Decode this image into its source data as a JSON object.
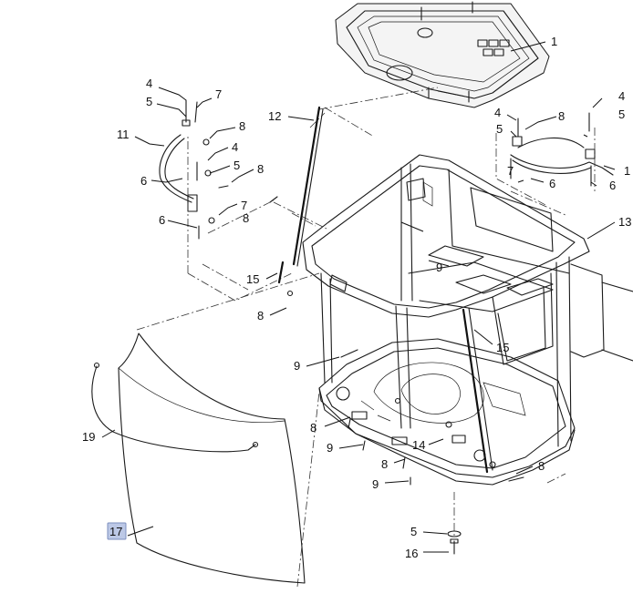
{
  "callouts": [
    {
      "id": "c1",
      "label": "1"
    },
    {
      "id": "c4a",
      "label": "4"
    },
    {
      "id": "c7a",
      "label": "7"
    },
    {
      "id": "c5a",
      "label": "5"
    },
    {
      "id": "c8a",
      "label": "8"
    },
    {
      "id": "c11",
      "label": "11"
    },
    {
      "id": "c4b",
      "label": "4"
    },
    {
      "id": "c5b",
      "label": "5"
    },
    {
      "id": "c8b",
      "label": "8"
    },
    {
      "id": "c6a",
      "label": "6"
    },
    {
      "id": "c7b",
      "label": "7"
    },
    {
      "id": "c8c",
      "label": "8"
    },
    {
      "id": "c6b",
      "label": "6"
    },
    {
      "id": "c12",
      "label": "12"
    },
    {
      "id": "c15a",
      "label": "15"
    },
    {
      "id": "c8d",
      "label": "8"
    },
    {
      "id": "c4c",
      "label": "4"
    },
    {
      "id": "c8e",
      "label": "8"
    },
    {
      "id": "c4d",
      "label": "4"
    },
    {
      "id": "c5c",
      "label": "5"
    },
    {
      "id": "c5d",
      "label": "5"
    },
    {
      "id": "c7c",
      "label": "7"
    },
    {
      "id": "c6c",
      "label": "6"
    },
    {
      "id": "c6d",
      "label": "6"
    },
    {
      "id": "c1b",
      "label": "1"
    },
    {
      "id": "c13",
      "label": "13"
    },
    {
      "id": "c9a",
      "label": "9"
    },
    {
      "id": "c15b",
      "label": "15"
    },
    {
      "id": "c9b",
      "label": "9"
    },
    {
      "id": "c8f",
      "label": "8"
    },
    {
      "id": "c9c",
      "label": "9"
    },
    {
      "id": "c14",
      "label": "14"
    },
    {
      "id": "c8g",
      "label": "8"
    },
    {
      "id": "c9d",
      "label": "9"
    },
    {
      "id": "c8h",
      "label": "8"
    },
    {
      "id": "c19",
      "label": "19"
    },
    {
      "id": "c17",
      "label": "17",
      "highlighted": true
    },
    {
      "id": "c5e",
      "label": "5"
    },
    {
      "id": "c16",
      "label": "16"
    }
  ],
  "colors": {
    "line": "#1a1a1a",
    "highlight_fill": "#bcc8e6",
    "highlight_stroke": "#7d8fbf"
  }
}
